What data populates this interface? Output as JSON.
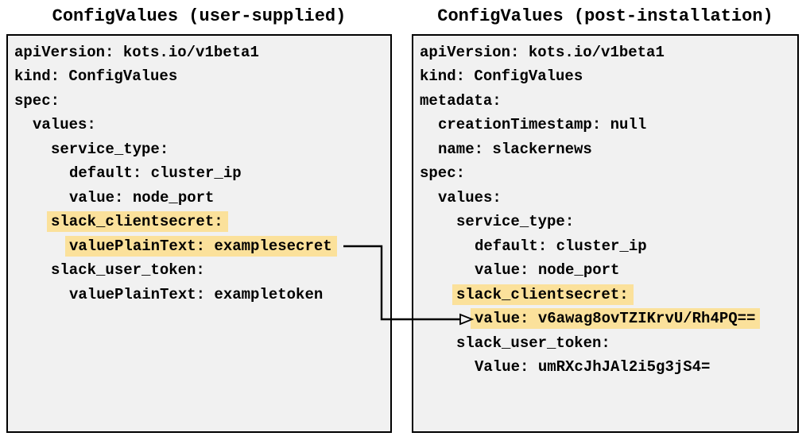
{
  "colors": {
    "panel_background": "#f1f1f1",
    "panel_border": "#000000",
    "highlight": "#fbe19b",
    "text": "#000000",
    "arrow": "#000000"
  },
  "left_panel": {
    "title": "ConfigValues (user-supplied)",
    "lines": [
      {
        "text": "apiVersion: kots.io/v1beta1",
        "indent": 0,
        "highlight": false
      },
      {
        "text": "kind: ConfigValues",
        "indent": 0,
        "highlight": false
      },
      {
        "text": "spec:",
        "indent": 0,
        "highlight": false
      },
      {
        "text": "values:",
        "indent": 1,
        "highlight": false
      },
      {
        "text": "service_type:",
        "indent": 2,
        "highlight": false
      },
      {
        "text": "default: cluster_ip",
        "indent": 3,
        "highlight": false
      },
      {
        "text": "value: node_port",
        "indent": 3,
        "highlight": false
      },
      {
        "text": "slack_clientsecret:",
        "indent": 2,
        "highlight": true
      },
      {
        "text": "valuePlainText: examplesecret",
        "indent": 3,
        "highlight": true
      },
      {
        "text": "slack_user_token:",
        "indent": 2,
        "highlight": false
      },
      {
        "text": "valuePlainText: exampletoken",
        "indent": 3,
        "highlight": false
      }
    ]
  },
  "right_panel": {
    "title": "ConfigValues (post-installation)",
    "lines": [
      {
        "text": "apiVersion: kots.io/v1beta1",
        "indent": 0,
        "highlight": false
      },
      {
        "text": "kind: ConfigValues",
        "indent": 0,
        "highlight": false
      },
      {
        "text": "metadata:",
        "indent": 0,
        "highlight": false
      },
      {
        "text": "creationTimestamp: null",
        "indent": 1,
        "highlight": false
      },
      {
        "text": "name: slackernews",
        "indent": 1,
        "highlight": false
      },
      {
        "text": "spec:",
        "indent": 0,
        "highlight": false
      },
      {
        "text": "values:",
        "indent": 1,
        "highlight": false
      },
      {
        "text": "service_type:",
        "indent": 2,
        "highlight": false
      },
      {
        "text": "default: cluster_ip",
        "indent": 3,
        "highlight": false
      },
      {
        "text": "value: node_port",
        "indent": 3,
        "highlight": false
      },
      {
        "text": "slack_clientsecret:",
        "indent": 2,
        "highlight": true
      },
      {
        "text": "value: v6awag8ovTZIKrvU/Rh4PQ==",
        "indent": 3,
        "highlight": true
      },
      {
        "text": "slack_user_token:",
        "indent": 2,
        "highlight": false
      },
      {
        "text": "Value: umRXcJhJAl2i5g3jS4=",
        "indent": 3,
        "highlight": false
      }
    ]
  },
  "connector": {
    "icon": "arrow-right-icon",
    "from_text": "valuePlainText: examplesecret",
    "to_text": "value: v6awag8ovTZIKrvU/Rh4PQ=="
  }
}
